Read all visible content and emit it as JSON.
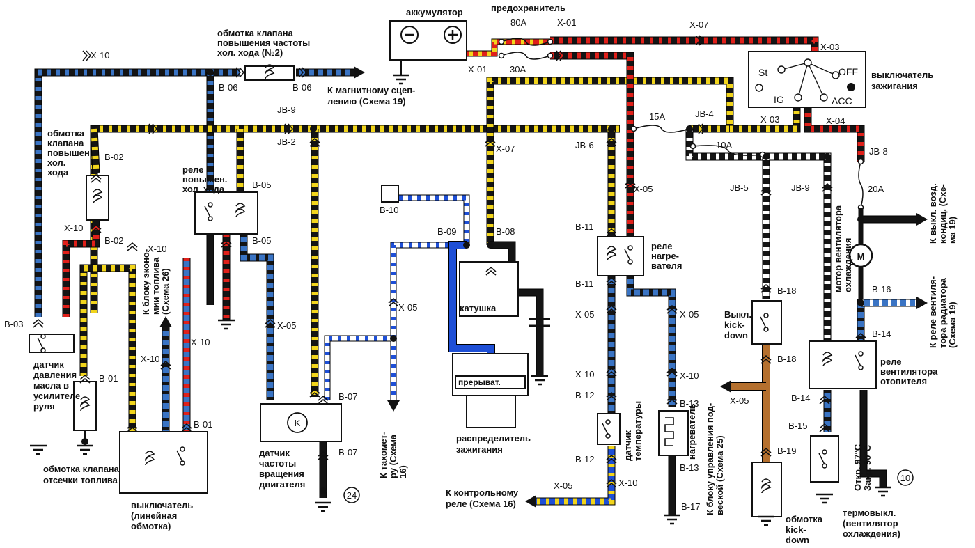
{
  "components": {
    "battery": "аккумулятор",
    "fuse": "предохранитель",
    "idle_valve2": [
      "обмотка клапана",
      "повышения частоты",
      "хол. хода (№2)"
    ],
    "to_clutch": [
      "К магнитному сцеп-",
      "лению (Схема 19)"
    ],
    "ignition_switch": [
      "выключатель",
      "зажигания"
    ],
    "idle_valve": [
      "обмотка",
      "клапана",
      "повышен.",
      "хол.",
      "хода"
    ],
    "idle_relay": [
      "реле",
      "повышен.",
      "хол. хода"
    ],
    "oil_sensor": [
      "датчик",
      "давления",
      "масла в",
      "усилителе",
      "руля"
    ],
    "fuel_cut": [
      "обмотка клапана",
      "отсечки топлива"
    ],
    "to_economy": [
      "К блоку эконо-",
      "мии топлива",
      "(Схема 26)"
    ],
    "switch_linear": [
      "выключатель",
      "(линейная",
      "обмотка)"
    ],
    "rpm_sensor": [
      "датчик",
      "частоты",
      "вращения",
      "двигателя"
    ],
    "to_tacho": [
      "К тахомет-",
      "ру (Схема",
      "16)"
    ],
    "coil": "катушка",
    "breaker": "прерыват.",
    "distributor": [
      "распределитель",
      "зажигания"
    ],
    "to_control_relay": [
      "К  контрольному",
      "реле (Схема 16)"
    ],
    "heater_relay": [
      "реле",
      "нагре-",
      "вателя"
    ],
    "temp_sensor": [
      "датчик",
      "температуры"
    ],
    "heater": "нагреватель",
    "kickdown_switch": [
      "Выкл.",
      "kick-",
      "down"
    ],
    "to_susp": [
      "К блоку управления под-",
      "веской (Схема 25)"
    ],
    "kickdown_coil": [
      "обмотка",
      "kick-",
      "down"
    ],
    "fan_motor": [
      "мотор вентилятора",
      "охлаждения"
    ],
    "heater_fan_relay": [
      "реле",
      "вентилятора",
      "отопителя"
    ],
    "thermo": [
      "термовыкл.",
      "(вентилятор",
      "охлаждения)"
    ],
    "thermo_temps": [
      "Откр. 97°C",
      "Закр. 90°C"
    ],
    "to_ac": [
      "К выкл. возд.",
      "кондиц. (Схе-",
      "ма 19)"
    ],
    "to_rad_fan": [
      "К реле вентиля-",
      "тора радиатора",
      "(Схема 19)"
    ],
    "motor_symbol": "M",
    "k_symbol": "K",
    "ign_positions": {
      "st": "St",
      "ig": "IG",
      "acc": "ACC",
      "off": "OFF"
    }
  },
  "fuses": {
    "f80": "80A",
    "f30": "30A",
    "f15": "15A",
    "f10": "10A",
    "f20": "20A"
  },
  "refs": {
    "r24": "24",
    "r10": "10"
  },
  "connectors": {
    "x01": "X-01",
    "x03": "X-03",
    "x04": "X-04",
    "x05": "X-05",
    "x07": "X-07",
    "x10": "X-10",
    "b01": "B-01",
    "b02": "B-02",
    "b03": "B-03",
    "b05": "B-05",
    "b06": "B-06",
    "b07": "B-07",
    "b08": "B-08",
    "b09": "B-09",
    "b10": "B-10",
    "b11": "B-11",
    "b12": "B-12",
    "b13": "B-13",
    "b14": "B-14",
    "b15": "B-15",
    "b16": "B-16",
    "b17": "B-17",
    "b18": "B-18",
    "b19": "B-19",
    "jb2": "JB-2",
    "jb4": "JB-4",
    "jb5": "JB-5",
    "jb6": "JB-6",
    "jb8": "JB-8",
    "jb9": "JB-9"
  },
  "colors": {
    "black": "#141414",
    "yellow": "#f2d51c",
    "blue": "#1e4fd6",
    "steel": "#3a74c4",
    "red": "#e0201a",
    "orange": "#b5702e",
    "white": "#ffffff",
    "grey": "#cfcfcf"
  }
}
